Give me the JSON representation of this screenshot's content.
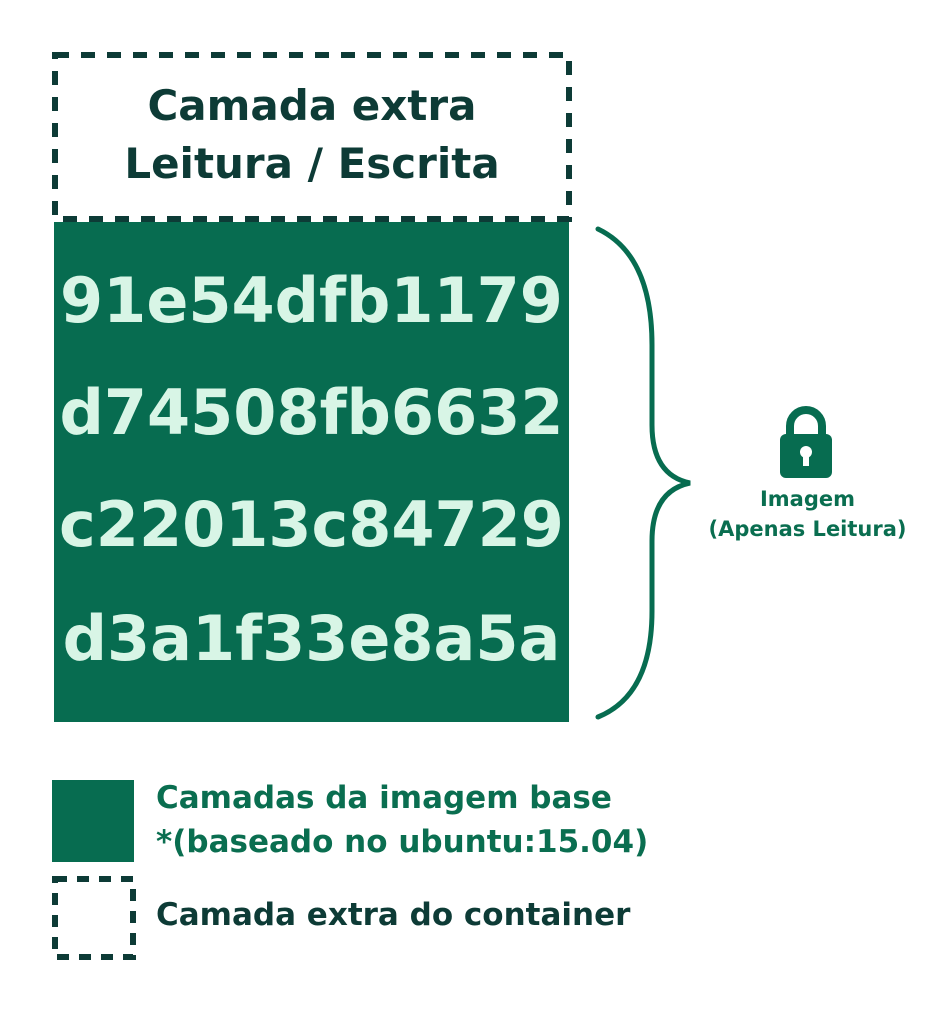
{
  "container_layer": {
    "line1": "Camada extra",
    "line2": "Leitura / Escrita"
  },
  "image_layers": [
    "91e54dfb1179",
    "d74508fb6632",
    "c22013c84729",
    "d3a1f33e8a5a"
  ],
  "image_label": {
    "line1": "Imagem",
    "line2": "(Apenas Leitura)",
    "icon": "lock-icon"
  },
  "legend": {
    "base_layers_line1": "Camadas da imagem base",
    "base_layers_line2": "*(baseado no ubuntu:15.04)",
    "container_layer": "Camada extra do container"
  },
  "colors": {
    "dark_green": "#076c50",
    "light_text": "#d8f5e6",
    "dark_text": "#0d3b36"
  }
}
